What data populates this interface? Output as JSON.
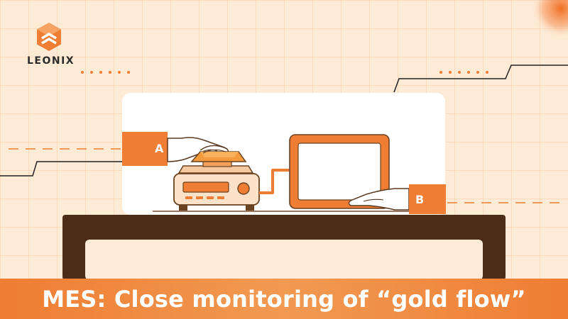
{
  "brand": {
    "name": "LEONIX",
    "accent": "#ef7d33"
  },
  "illustration": {
    "label_a": "A",
    "label_b": "B",
    "objects": [
      "gold-bar-icon",
      "weighing-scale-icon",
      "monitor-icon",
      "hand-icon",
      "table-icon"
    ]
  },
  "banner": {
    "title": "MES: Close monitoring of “gold flow”"
  }
}
